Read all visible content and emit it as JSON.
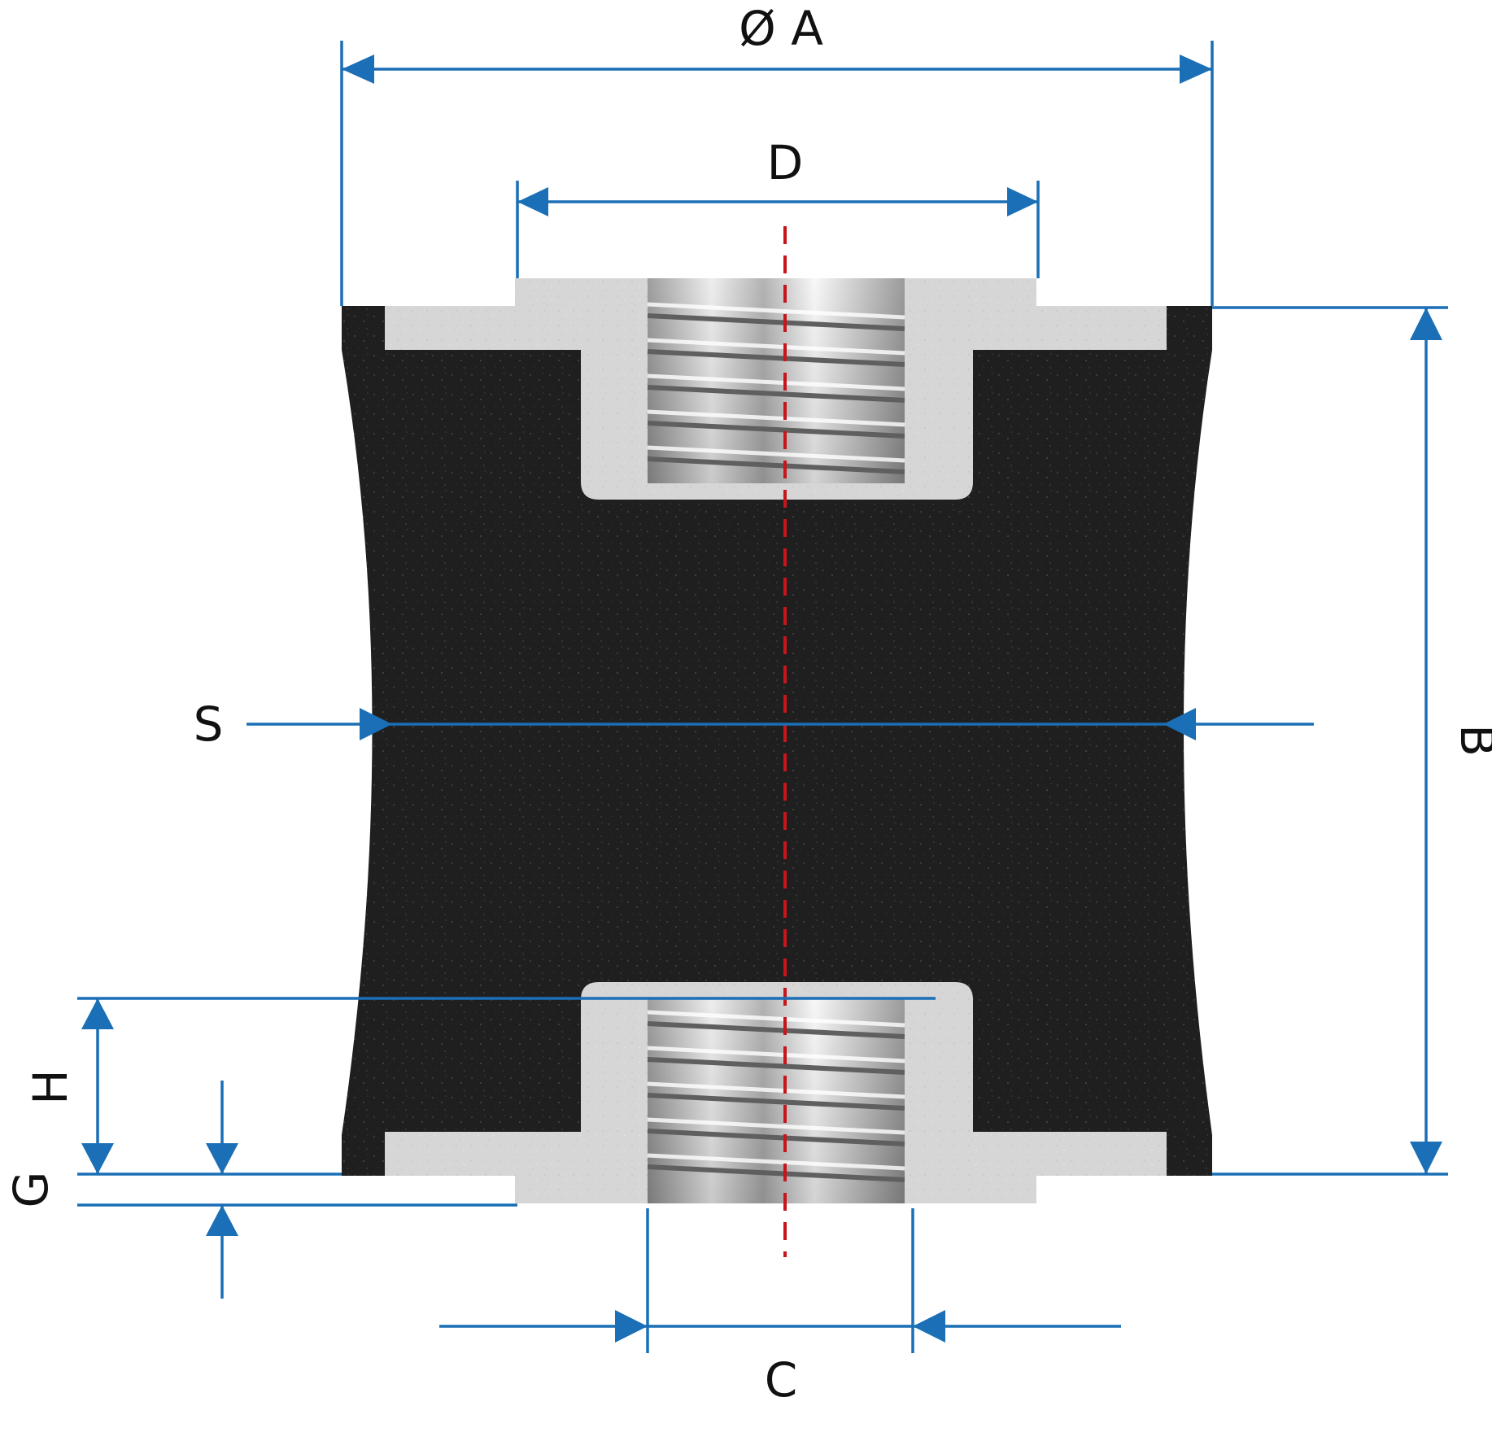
{
  "labels": {
    "diameter_a": "Ø A",
    "d": "D",
    "s": "S",
    "b": "B",
    "h": "H",
    "g": "G",
    "c": "C"
  },
  "colors": {
    "dimension_line": "#1a6fb6",
    "centerline": "#c4161c",
    "rubber": "#1f1f1f",
    "metal": "#d4d4d4",
    "thread_light": "#f2f2f2",
    "thread_dark": "#8a8a8a"
  }
}
